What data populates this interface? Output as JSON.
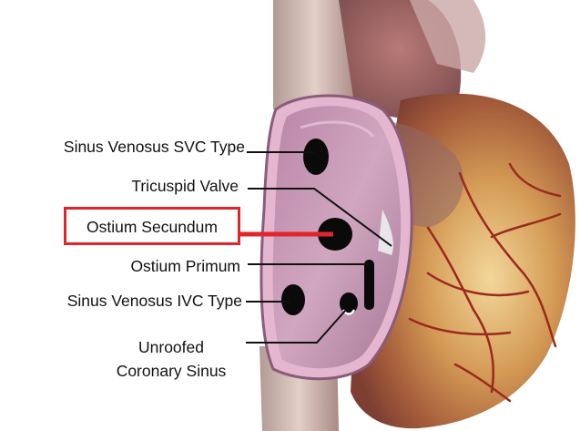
{
  "labels": {
    "svc": "Sinus Venosus SVC Type",
    "tricuspid": "Tricuspid Valve",
    "ostium_secundum": "Ostium Secundum",
    "ostium_primum": "Ostium Primum",
    "ivc": "Sinus Venosus IVC Type",
    "unroofed_line1": "Unroofed",
    "unroofed_line2": "Coronary Sinus"
  },
  "colors": {
    "highlight": "#e0262b",
    "atrium_interior": "#c79ab6",
    "atrium_rim": "#e8b7d0",
    "vessel": "#cdb1a6",
    "heart_tissue": "#c98a4e",
    "defect": "#0a0a0a"
  }
}
